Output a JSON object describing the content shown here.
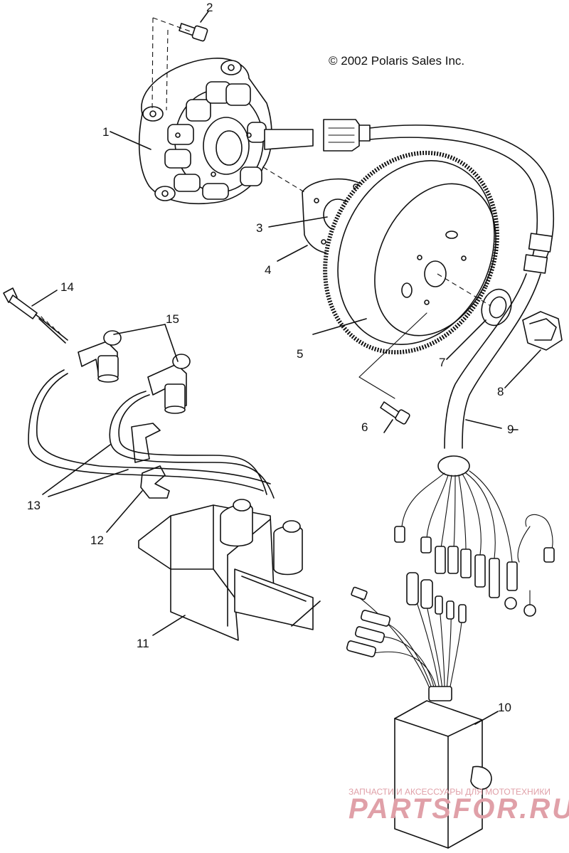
{
  "copyright": "© 2002 Polaris Sales Inc.",
  "callouts": {
    "c1": "1",
    "c2": "2",
    "c3": "3",
    "c4": "4",
    "c5": "5",
    "c6": "6",
    "c7": "7",
    "c8": "8",
    "c9": "9",
    "c10": "10",
    "c11": "11",
    "c12": "12",
    "c13": "13",
    "c14": "14",
    "c15": "15"
  },
  "watermark": {
    "caption": "ЗАПЧАСТИ И АКСЕССУАРЫ ДЛЯ МОТОТЕХНИКИ",
    "brand": "PARTSFOR.RU",
    "color": "#e0a0a8"
  }
}
